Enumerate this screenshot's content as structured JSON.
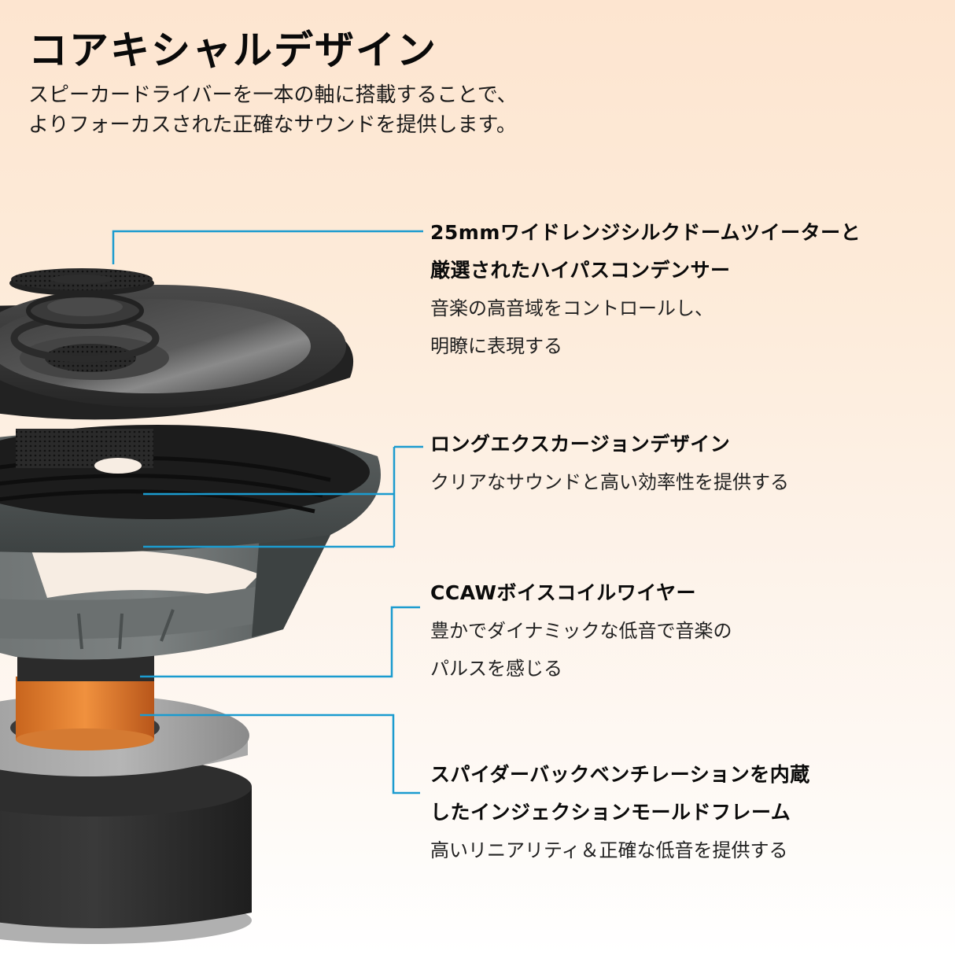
{
  "header": {
    "title": "コアキシャルデザイン",
    "subtitle_lines": [
      "スピーカードライバーを一本の軸に搭載することで、",
      "よりフォーカスされた正確なサウンドを提供します。"
    ]
  },
  "features": [
    {
      "heading_lines": [
        "25mmワイドレンジシルクドームツイーターと",
        "厳選されたハイパスコンデンサー"
      ],
      "description_lines": [
        "音楽の高音域をコントロールし、",
        "明瞭に表現する"
      ]
    },
    {
      "heading_lines": [
        "ロングエクスカージョンデザイン"
      ],
      "description_lines": [
        "クリアなサウンドと高い効率性を提供する"
      ]
    },
    {
      "heading_lines": [
        "CCAWボイスコイルワイヤー"
      ],
      "description_lines": [
        "豊かでダイナミックな低音で音楽の",
        "パルスを感じる"
      ]
    },
    {
      "heading_lines": [
        "スパイダーバックベンチレーションを内蔵",
        "したインジェクションモールドフレーム"
      ],
      "description_lines": [
        "高いリニアリティ＆正確な低音を提供する"
      ]
    }
  ],
  "colors": {
    "callout_line": "#1b9bcf",
    "background_top": "#fde5d0",
    "background_bottom": "#ffffff",
    "voice_coil": "#e8893a"
  },
  "illustration": {
    "components": [
      "tweeter-grille",
      "woofer-cone",
      "surround-ring",
      "basket-frame",
      "pole-piece",
      "voice-coil",
      "magnet"
    ]
  }
}
